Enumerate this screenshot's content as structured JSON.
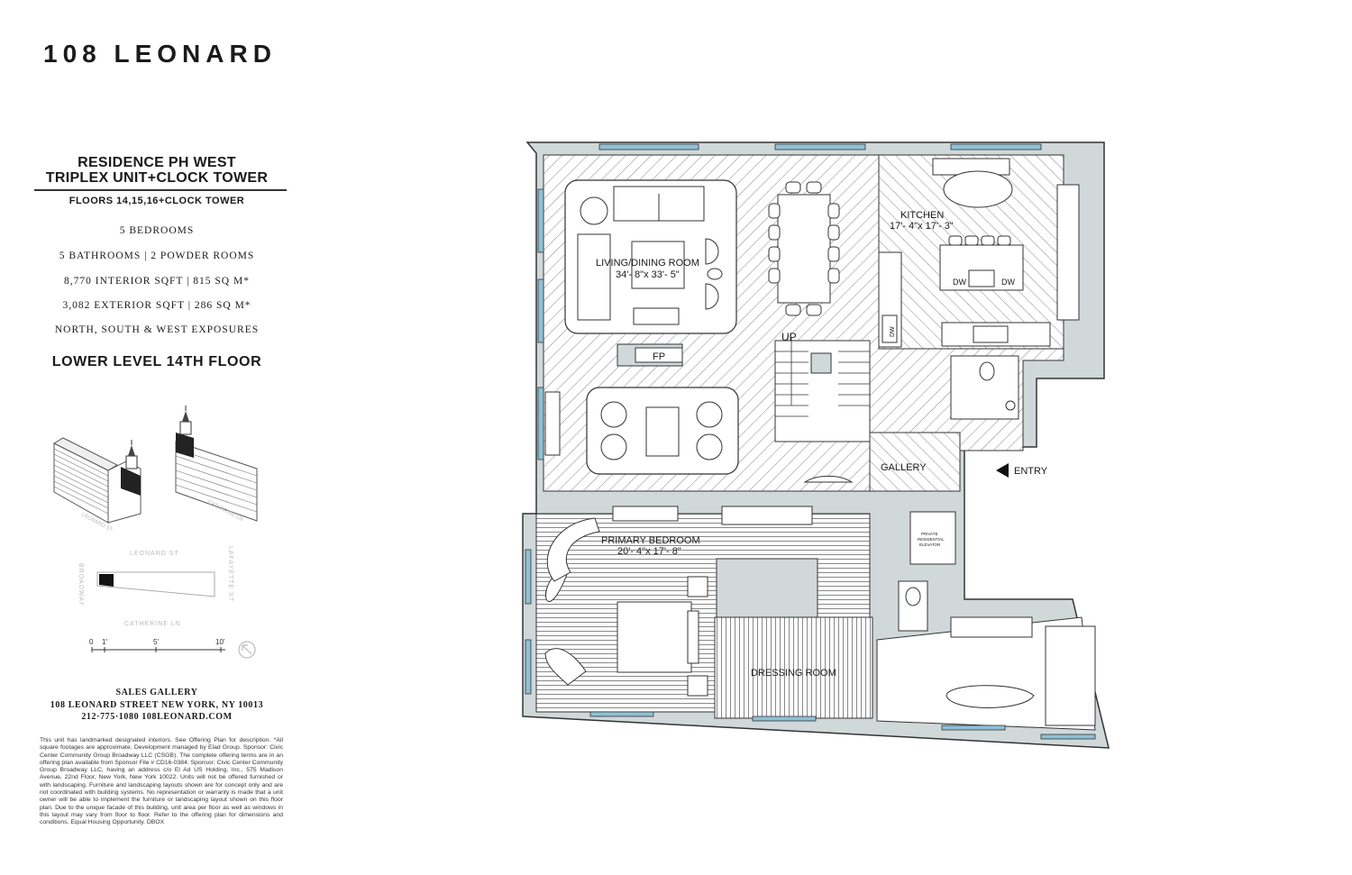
{
  "brand": "108 LEONARD",
  "residence": {
    "title_line1": "RESIDENCE PH WEST",
    "title_line2": "TRIPLEX UNIT+CLOCK TOWER",
    "floors": "FLOORS 14,15,16+CLOCK TOWER",
    "specs": [
      "5 BEDROOMS",
      "5 BATHROOMS | 2 POWDER ROOMS",
      "8,770 INTERIOR SQFT | 815 SQ M*",
      "3,082 EXTERIOR SQFT | 286 SQ M*",
      "NORTH, SOUTH & WEST EXPOSURES"
    ],
    "level": "LOWER LEVEL 14TH FLOOR"
  },
  "keyplan": {
    "streets": {
      "north": "LEONARD ST",
      "south": "CATHERINE LN",
      "west": "BROADWAY",
      "east": "LAFAYETTE ST"
    },
    "iso_streets": {
      "left": "LEONARD ST",
      "right": "CATHERINE LN"
    }
  },
  "scale": {
    "labels": [
      "0",
      "1'",
      "5'",
      "10'"
    ]
  },
  "sales": {
    "title": "SALES GALLERY",
    "address": "108 LEONARD STREET   NEW YORK, NY 10013",
    "contact": "212·775·1080  108LEONARD.COM"
  },
  "disclaimer": "This unit has landmarked designated interiors. See Offering Plan for description. *All square footages are approximate. Development managed by Elad Group. Sponsor: Civic Center Community Group Broadway LLC (CSGB). The complete offering terms are in an offering plan available from Sponsor File # CD16-0384. Sponsor: Civic Center Community Group Broadway LLC, having an address c/o El Ad US Holding, Inc., 575 Madison Avenue, 22nd Floor, New York, New York 10022. Units will not be offered furnished or with landscaping. Furniture and landscaping layouts shown are for concept only and are not coordinated with building systems. No representation or warranty is made that a unit owner will be able to implement the furniture or landscaping layout shown on this floor plan. Due to the unique facade of this building, unit area per floor as well as windows in this layout may vary from floor to floor. Refer to the offering plan for dimensions and conditions. Equal Housing Opportunity. DBOX",
  "plan": {
    "rooms": {
      "living_name": "LIVING/DINING ROOM",
      "living_dim": "34'- 8\"x 33'- 5\"",
      "kitchen_name": "KITCHEN",
      "kitchen_dim": "17'- 4\"x 17'- 3\"",
      "gallery": "GALLERY",
      "bedroom_name": "PRIMARY BEDROOM",
      "bedroom_dim": "20'- 4\"x 17'- 8\"",
      "dressing": "DRESSING ROOM"
    },
    "labels": {
      "up": "UP",
      "fp": "FP",
      "dw": "DW",
      "entry": "ENTRY",
      "elevator_1": "PRIVATE",
      "elevator_2": "RESIDENTIAL",
      "elevator_3": "ELEVATOR"
    }
  },
  "colors": {
    "wall": "#d0d8da",
    "window": "#8fc0d6",
    "ink": "#1a1a1a"
  }
}
